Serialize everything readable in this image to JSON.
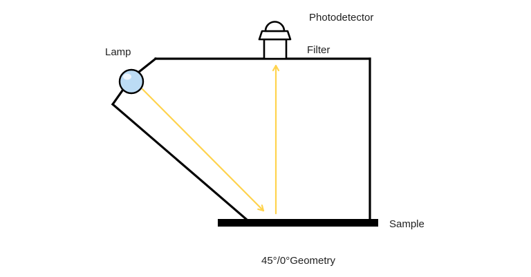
{
  "labels": {
    "lamp": "Lamp",
    "photodetector": "Photodetector",
    "filter": "Filter",
    "sample": "Sample"
  },
  "caption": "45°/0°Geometry",
  "colors": {
    "outline": "#000000",
    "ray": "#ffd34d",
    "lamp": "#bcdcf5",
    "text": "#212121"
  }
}
